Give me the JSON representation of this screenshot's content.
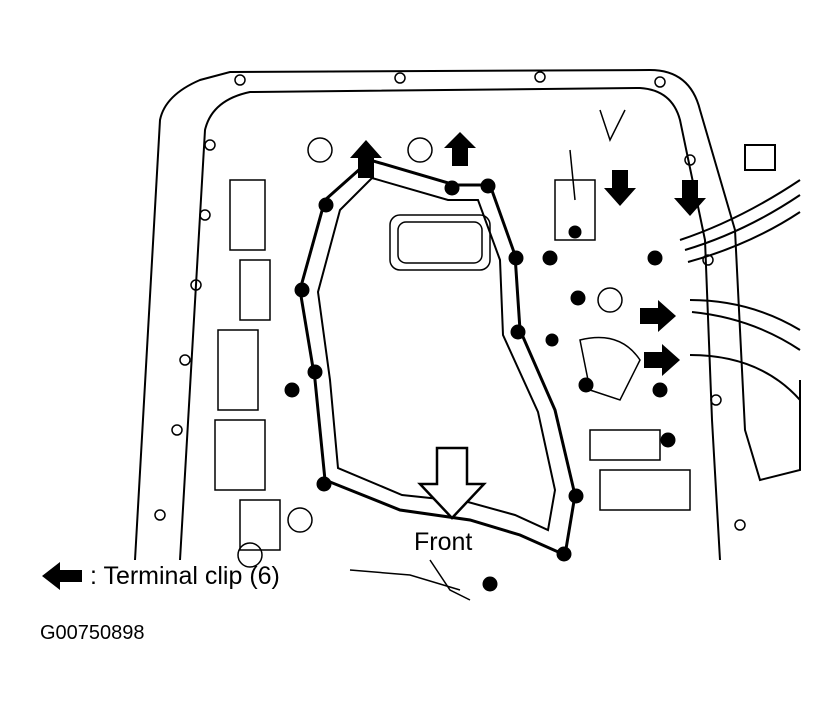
{
  "diagram": {
    "front_label": "Front",
    "legend": {
      "symbol": "arrow-icon",
      "text": ": Terminal clip (6)"
    },
    "figure_id": "G00750898",
    "callout_count": 6,
    "colors": {
      "line": "#000000",
      "background": "#ffffff"
    }
  }
}
